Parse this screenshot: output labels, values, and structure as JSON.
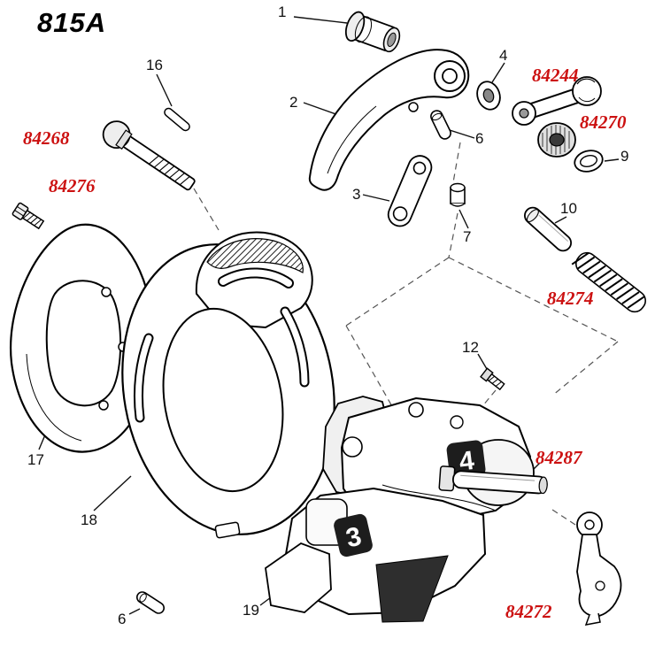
{
  "diagram": {
    "model": "815A",
    "callouts": {
      "c1": "1",
      "c2": "2",
      "c3": "3",
      "c4": "4",
      "c6a": "6",
      "c6b": "6",
      "c7": "7",
      "c9": "9",
      "c10": "10",
      "c12": "12",
      "c16": "16",
      "c17": "17",
      "c18": "18",
      "c19": "19"
    },
    "part_numbers": {
      "p84244": "84244",
      "p84268": "84268",
      "p84270": "84270",
      "p84272": "84272",
      "p84274": "84274",
      "p84276": "84276",
      "p84287": "84287"
    },
    "body_markings": {
      "slot4": "4",
      "slot3": "3"
    },
    "colors": {
      "part_number_red": "#cc1111",
      "ink": "#111111",
      "background": "#ffffff"
    }
  }
}
